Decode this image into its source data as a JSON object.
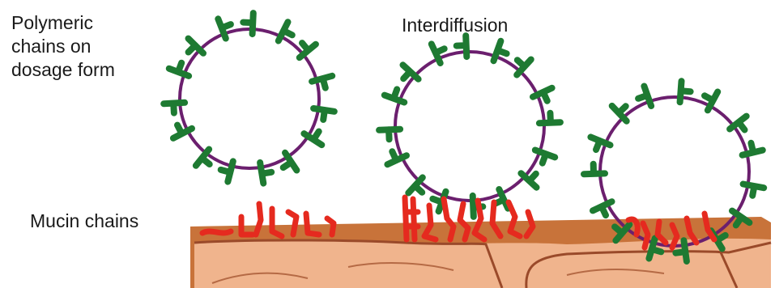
{
  "labels": {
    "polymeric_line1": "Polymeric",
    "polymeric_line2": "chains on",
    "polymeric_line3": "dosage form",
    "interdiffusion": "Interdiffusion",
    "mucin": "Mucin chains"
  },
  "colors": {
    "polymer_chain": "#1e7a32",
    "particle_ring": "#6b1f6e",
    "mucin_chain": "#e52a1f",
    "tissue_top": "#c8733a",
    "tissue_body": "#f0b48d",
    "tissue_line": "#9a4a2a"
  }
}
